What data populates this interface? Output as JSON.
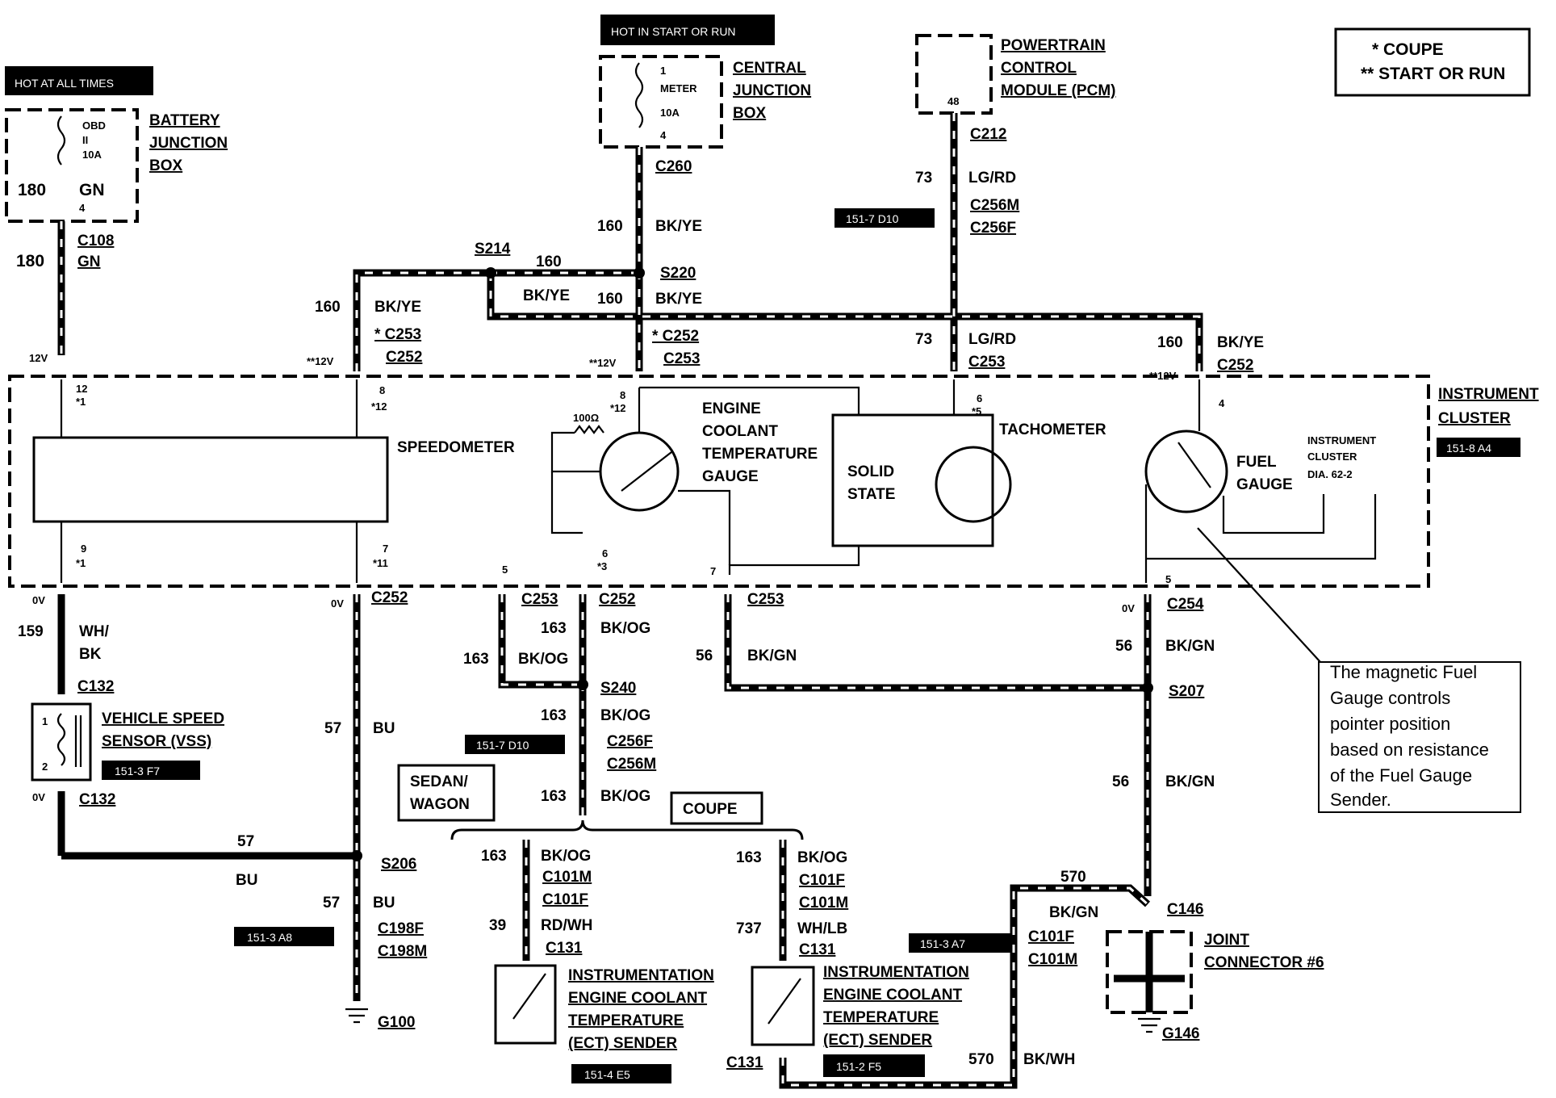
{
  "title_banners": {
    "hot_at_all_times": "HOT AT ALL TIMES",
    "hot_in_start_or_run": "HOT IN START OR RUN"
  },
  "legend": {
    "coupe": "* COUPE",
    "start_or_run": "** START OR RUN"
  },
  "battery_junction_box": {
    "name": [
      "BATTERY",
      "JUNCTION",
      "BOX"
    ],
    "fuse": [
      "OBD",
      "II",
      "10A"
    ],
    "circuit": "180",
    "color": "GN",
    "pin": "4"
  },
  "central_junction_box": {
    "name": [
      "CENTRAL",
      "JUNCTION",
      "BOX"
    ],
    "fuse": [
      "1",
      "METER",
      "10A",
      "4"
    ]
  },
  "pcm": {
    "name": [
      "POWERTRAIN",
      "CONTROL",
      "MODULE (PCM)"
    ],
    "pin": "48"
  },
  "instrument_cluster": {
    "name": [
      "INSTRUMENT",
      "CLUSTER"
    ],
    "ref": "151-8 A4",
    "speedometer": "SPEEDOMETER",
    "ect_gauge": [
      "ENGINE",
      "COOLANT",
      "TEMPERATURE",
      "GAUGE"
    ],
    "solid_state": [
      "SOLID",
      "STATE"
    ],
    "tachometer": "TACHOMETER",
    "fuel_gauge": [
      "FUEL",
      "GAUGE"
    ],
    "cluster_ref": [
      "INSTRUMENT",
      "CLUSTER",
      "DIA. 62-2"
    ],
    "resistor": "100Ω"
  },
  "labels": {
    "c108": "C108",
    "c260": "C260",
    "c212": "C212",
    "c256m": "C256M",
    "c256f": "C256F",
    "c253": "C253",
    "c252": "C252",
    "c254": "C254",
    "c132": "C132",
    "c101m": "C101M",
    "c101f": "C101F",
    "c131": "C131",
    "c146": "C146",
    "c198f": "C198F",
    "c198m": "C198M",
    "s214": "S214",
    "s220": "S220",
    "s240": "S240",
    "s207": "S207",
    "s206": "S206",
    "g100": "G100",
    "g146": "G146",
    "c253_star": "* C253",
    "c252_star": "* C252"
  },
  "circuits": {
    "n180": "180",
    "gn": "GN",
    "n160": "160",
    "bkye": "BK/YE",
    "n73": "73",
    "lgrd": "LG/RD",
    "n159": "159",
    "whbk1": "WH/",
    "whbk2": "BK",
    "n57": "57",
    "bu": "BU",
    "n163": "163",
    "bkog": "BK/OG",
    "n56": "56",
    "bkgn": "BK/GN",
    "n570": "570",
    "bkwh": "BK/WH",
    "n39": "39",
    "rdwh": "RD/WH",
    "n737": "737",
    "whlb": "WH/LB"
  },
  "voltages": {
    "v12": "12V",
    "v12ss": "**12V",
    "v0": "0V"
  },
  "pins": {
    "p12": "12",
    "s1": "*1",
    "p8": "8",
    "s12": "*12",
    "p9": "9",
    "p7": "7",
    "s11": "*11",
    "p6": "6",
    "s3": "*3",
    "s5": "*5",
    "p5": "5",
    "p4": "4",
    "p1": "1",
    "p2": "2"
  },
  "refs": {
    "r1": "151-7 D10",
    "r2": "151-7 D10",
    "r3": "151-3 F7",
    "r4": "151-3 A8",
    "r5": "151-3 A7",
    "r6": "151-4 E5",
    "r7": "151-2 F5"
  },
  "vss": [
    "VEHICLE SPEED",
    "SENSOR (VSS)"
  ],
  "sedan_wagon": [
    "SEDAN/",
    "WAGON"
  ],
  "coupe_box": "COUPE",
  "ect_sender": [
    "INSTRUMENTATION",
    "ENGINE COOLANT",
    "TEMPERATURE",
    "(ECT) SENDER"
  ],
  "joint_connector": [
    "JOINT",
    "CONNECTOR #6"
  ],
  "note": [
    "The magnetic Fuel",
    "Gauge controls",
    "pointer position",
    "based on resistance",
    "of the Fuel Gauge",
    "Sender."
  ]
}
